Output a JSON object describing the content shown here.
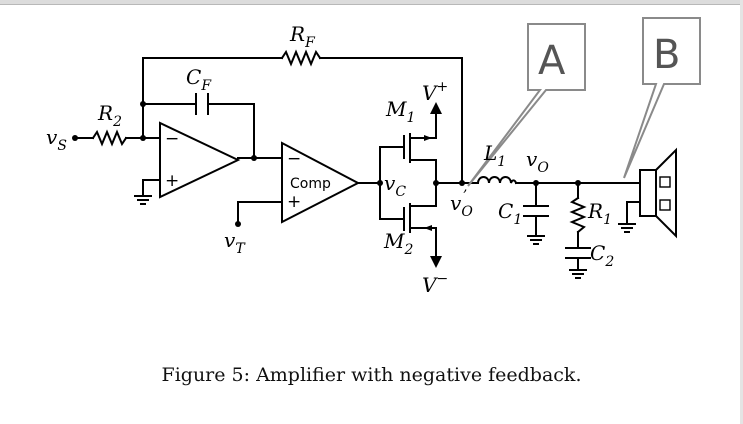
{
  "labels": {
    "rf": "R",
    "rf_sub": "F",
    "cf": "C",
    "cf_sub": "F",
    "r2": "R",
    "r2_sub": "2",
    "vs": "v",
    "vs_sub": "S",
    "vt": "v",
    "vt_sub": "T",
    "vc": "v",
    "vc_sub": "C",
    "m1": "M",
    "m1_sub": "1",
    "m2": "M",
    "m2_sub": "2",
    "vplus": "V",
    "vplus_sup": "+",
    "vminus": "V",
    "vminus_sup": "−",
    "l1": "L",
    "l1_sub": "1",
    "vo": "v",
    "vo_sub": "O",
    "vop": "v",
    "vop_sub": "O",
    "vop_prime": "’",
    "c1": "C",
    "c1_sub": "1",
    "r1": "R",
    "r1_sub": "1",
    "c2": "C",
    "c2_sub": "2",
    "comp": "Comp",
    "minus_sign": "−",
    "plus_sign": "+"
  },
  "callouts": {
    "a": "A",
    "b": "B"
  },
  "caption": "Figure 5: Amplifier with negative feedback."
}
